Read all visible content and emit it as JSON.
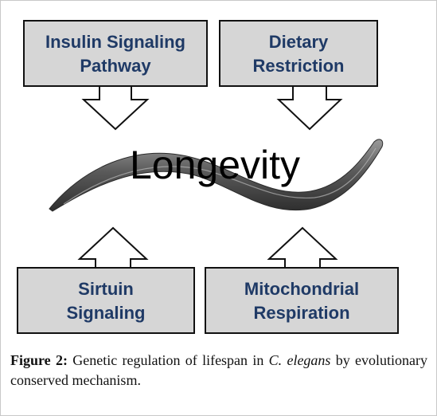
{
  "boxes": {
    "top_left": {
      "line1": "Insulin Signaling",
      "line2": "Pathway"
    },
    "top_right": {
      "line1": "Dietary",
      "line2": "Restriction"
    },
    "bottom_left": {
      "line1": "Sirtuin",
      "line2": "Signaling"
    },
    "bottom_right": {
      "line1": "Mitochondrial",
      "line2": "Respiration"
    }
  },
  "center": {
    "label": "Longevity"
  },
  "caption": {
    "label": "Figure 2:",
    "text_before": "Genetic regulation of lifespan in",
    "species": "C. elegans",
    "text_after": "by evolutionary conserved mechanism."
  },
  "colors": {
    "box_fill": "#d6d6d6",
    "box_text": "#1f3a66",
    "arrow_fill": "#ffffff"
  }
}
